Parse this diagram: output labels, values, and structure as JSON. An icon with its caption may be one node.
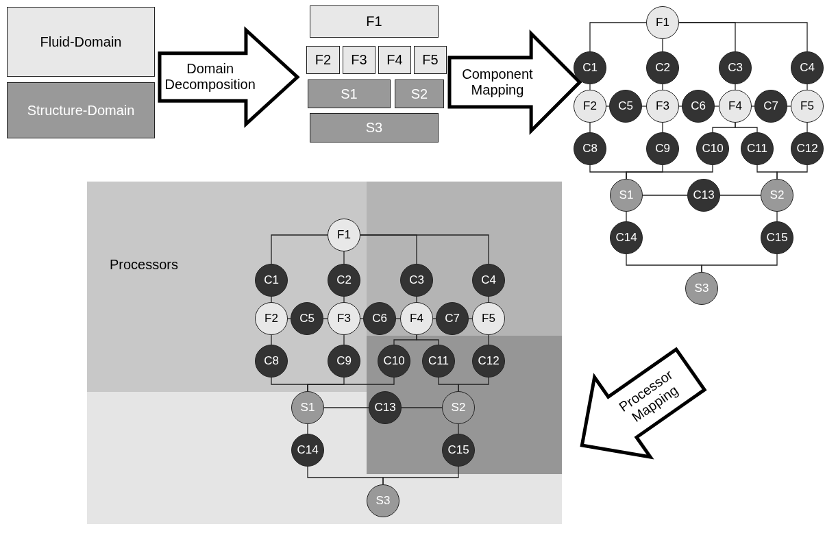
{
  "diagram": {
    "nodes": [
      {
        "text": [
          "Fluid-Domain"
        ]
      },
      {
        "text": [
          "Structure-Domain"
        ]
      },
      {
        "text": [
          "Domain Decomposition"
        ]
      },
      {
        "text": [
          "F1"
        ]
      },
      {
        "text": [
          "F2"
        ]
      },
      {
        "text": [
          "F3"
        ]
      },
      {
        "text": [
          "F4"
        ]
      },
      {
        "text": [
          "F5"
        ]
      },
      {
        "text": [
          "S1"
        ]
      },
      {
        "text": [
          "S2"
        ]
      },
      {
        "text": [
          "S3"
        ]
      },
      {
        "text": [
          "Component Mapping"
        ]
      },
      {
        "text": [
          "F1"
        ]
      },
      {
        "text": [
          "C1"
        ]
      },
      {
        "text": [
          "C2"
        ]
      },
      {
        "text": [
          "C3"
        ]
      },
      {
        "text": [
          "C4"
        ]
      },
      {
        "text": [
          "F2"
        ]
      },
      {
        "text": [
          "C5"
        ]
      },
      {
        "text": [
          "F3"
        ]
      },
      {
        "text": [
          "C6"
        ]
      },
      {
        "text": [
          "F4"
        ]
      },
      {
        "text": [
          "C7"
        ]
      },
      {
        "text": [
          "F5"
        ]
      },
      {
        "text": [
          "C8"
        ]
      },
      {
        "text": [
          "C9"
        ]
      },
      {
        "text": [
          "C10"
        ]
      },
      {
        "text": [
          "C11"
        ]
      },
      {
        "text": [
          "C12"
        ]
      },
      {
        "text": [
          "S1"
        ]
      },
      {
        "text": [
          "C13"
        ]
      },
      {
        "text": [
          "S2"
        ]
      },
      {
        "text": [
          "C14"
        ]
      },
      {
        "text": [
          "C15"
        ]
      },
      {
        "text": [
          "S3"
        ]
      },
      {
        "text": [
          "Processor Mapping"
        ]
      },
      {
        "text": [
          "F1"
        ]
      },
      {
        "text": [
          "C1"
        ]
      },
      {
        "text": [
          "C2"
        ]
      },
      {
        "text": [
          "C3"
        ]
      },
      {
        "text": [
          "C4"
        ]
      },
      {
        "text": [
          "F2"
        ]
      },
      {
        "text": [
          "C5"
        ]
      },
      {
        "text": [
          "F3"
        ]
      },
      {
        "text": [
          "C6"
        ]
      },
      {
        "text": [
          "F4"
        ]
      },
      {
        "text": [
          "C7"
        ]
      },
      {
        "text": [
          "F5"
        ]
      },
      {
        "text": [
          "C8"
        ]
      },
      {
        "text": [
          "C9"
        ]
      },
      {
        "text": [
          "C10"
        ]
      },
      {
        "text": [
          "C11"
        ]
      },
      {
        "text": [
          "C12"
        ]
      },
      {
        "text": [
          "S1"
        ]
      },
      {
        "text": [
          "C13"
        ]
      },
      {
        "text": [
          "S2"
        ]
      },
      {
        "text": [
          "C14"
        ]
      },
      {
        "text": [
          "C15"
        ]
      },
      {
        "text": [
          "S3"
        ]
      }
    ],
    "edges": [
      {
        "from": 12,
        "to": 13,
        "arrow": "none"
      },
      {
        "from": 12,
        "to": 14,
        "arrow": "none"
      },
      {
        "from": 12,
        "to": 15,
        "arrow": "none"
      },
      {
        "from": 12,
        "to": 16,
        "arrow": "none"
      },
      {
        "from": 13,
        "to": 17,
        "arrow": "none"
      },
      {
        "from": 14,
        "to": 19,
        "arrow": "none"
      },
      {
        "from": 15,
        "to": 21,
        "arrow": "none"
      },
      {
        "from": 16,
        "to": 23,
        "arrow": "none"
      },
      {
        "from": 17,
        "to": 18,
        "arrow": "none"
      },
      {
        "from": 18,
        "to": 19,
        "arrow": "none"
      },
      {
        "from": 19,
        "to": 20,
        "arrow": "none"
      },
      {
        "from": 20,
        "to": 21,
        "arrow": "none"
      },
      {
        "from": 21,
        "to": 22,
        "arrow": "none"
      },
      {
        "from": 22,
        "to": 23,
        "arrow": "none"
      },
      {
        "from": 17,
        "to": 24,
        "arrow": "none"
      },
      {
        "from": 19,
        "to": 25,
        "arrow": "none"
      },
      {
        "from": 21,
        "to": 26,
        "arrow": "none"
      },
      {
        "from": 21,
        "to": 27,
        "arrow": "none"
      },
      {
        "from": 23,
        "to": 28,
        "arrow": "none"
      },
      {
        "from": 24,
        "to": 29,
        "arrow": "none"
      },
      {
        "from": 25,
        "to": 29,
        "arrow": "none"
      },
      {
        "from": 26,
        "to": 29,
        "arrow": "none"
      },
      {
        "from": 27,
        "to": 31,
        "arrow": "none"
      },
      {
        "from": 28,
        "to": 31,
        "arrow": "none"
      },
      {
        "from": 29,
        "to": 30,
        "arrow": "none"
      },
      {
        "from": 30,
        "to": 31,
        "arrow": "none"
      },
      {
        "from": 29,
        "to": 32,
        "arrow": "none"
      },
      {
        "from": 31,
        "to": 33,
        "arrow": "none"
      },
      {
        "from": 32,
        "to": 34,
        "arrow": "none"
      },
      {
        "from": 33,
        "to": 34,
        "arrow": "none"
      },
      {
        "from": 36,
        "to": 37,
        "arrow": "none"
      },
      {
        "from": 36,
        "to": 38,
        "arrow": "none"
      },
      {
        "from": 36,
        "to": 39,
        "arrow": "none"
      },
      {
        "from": 36,
        "to": 40,
        "arrow": "none"
      },
      {
        "from": 37,
        "to": 41,
        "arrow": "none"
      },
      {
        "from": 38,
        "to": 43,
        "arrow": "none"
      },
      {
        "from": 39,
        "to": 45,
        "arrow": "none"
      },
      {
        "from": 40,
        "to": 47,
        "arrow": "none"
      },
      {
        "from": 41,
        "to": 42,
        "arrow": "none"
      },
      {
        "from": 42,
        "to": 43,
        "arrow": "none"
      },
      {
        "from": 43,
        "to": 44,
        "arrow": "none"
      },
      {
        "from": 44,
        "to": 45,
        "arrow": "none"
      },
      {
        "from": 45,
        "to": 46,
        "arrow": "none"
      },
      {
        "from": 46,
        "to": 47,
        "arrow": "none"
      },
      {
        "from": 41,
        "to": 48,
        "arrow": "none"
      },
      {
        "from": 43,
        "to": 49,
        "arrow": "none"
      },
      {
        "from": 45,
        "to": 50,
        "arrow": "none"
      },
      {
        "from": 45,
        "to": 51,
        "arrow": "none"
      },
      {
        "from": 47,
        "to": 52,
        "arrow": "none"
      },
      {
        "from": 48,
        "to": 53,
        "arrow": "none"
      },
      {
        "from": 49,
        "to": 53,
        "arrow": "none"
      },
      {
        "from": 50,
        "to": 53,
        "arrow": "none"
      },
      {
        "from": 51,
        "to": 55,
        "arrow": "none"
      },
      {
        "from": 52,
        "to": 55,
        "arrow": "none"
      },
      {
        "from": 53,
        "to": 54,
        "arrow": "none"
      },
      {
        "from": 54,
        "to": 55,
        "arrow": "none"
      },
      {
        "from": 53,
        "to": 56,
        "arrow": "none"
      },
      {
        "from": 55,
        "to": 57,
        "arrow": "none"
      },
      {
        "from": 56,
        "to": 58,
        "arrow": "none"
      },
      {
        "from": 57,
        "to": 58,
        "arrow": "none"
      }
    ],
    "labels": [
      "Processors"
    ]
  }
}
